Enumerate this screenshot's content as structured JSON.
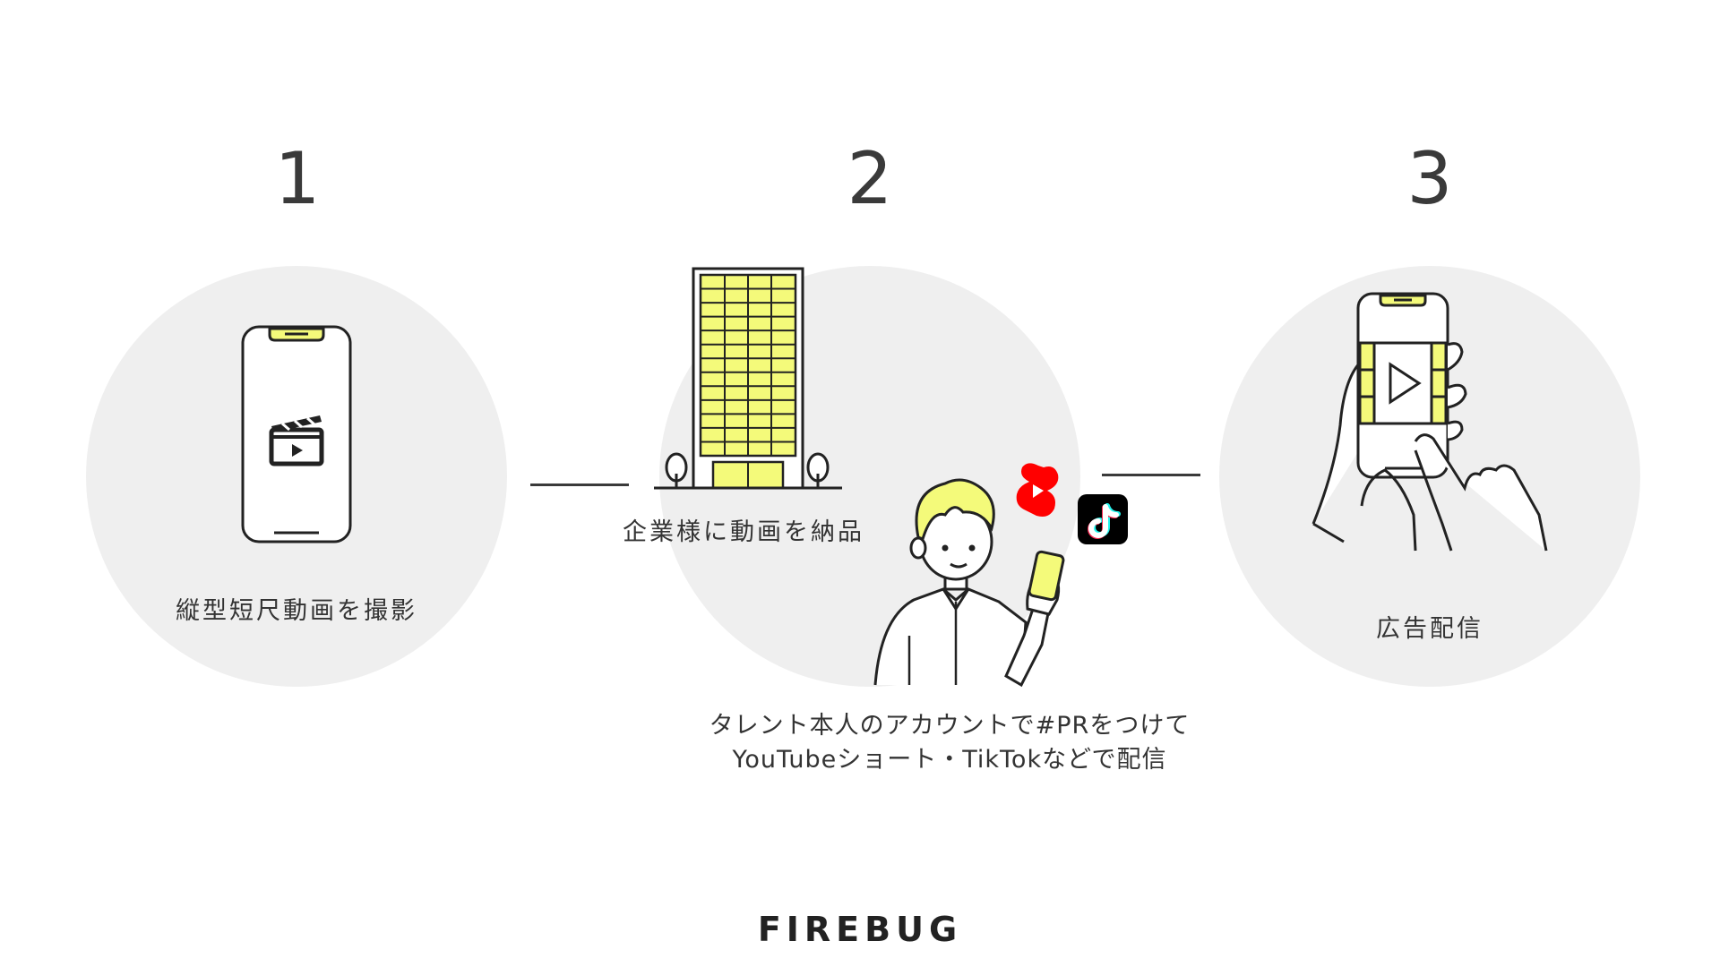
{
  "steps": [
    {
      "number": "1",
      "caption": "縦型短尺動画を撮影"
    },
    {
      "number": "2",
      "caption": "企業様に動画を納品"
    },
    {
      "number": "3",
      "caption": "広告配信"
    }
  ],
  "step2_detail": {
    "line1": "タレント本人のアカウントで#PRをつけて",
    "line2": "YouTubeショート・TikTokなどで配信"
  },
  "brand": "FIREBUG",
  "icons": {
    "step1": "phone-clapperboard-icon",
    "step2_building": "office-building-icon",
    "step2_person": "person-holding-phone-icon",
    "step2_shorts": "youtube-shorts-icon",
    "step2_tiktok": "tiktok-icon",
    "step3": "hands-phone-video-play-icon"
  },
  "colors": {
    "accent": "#f4fa7a",
    "circle": "#efefef",
    "shorts_red": "#ff0000"
  }
}
